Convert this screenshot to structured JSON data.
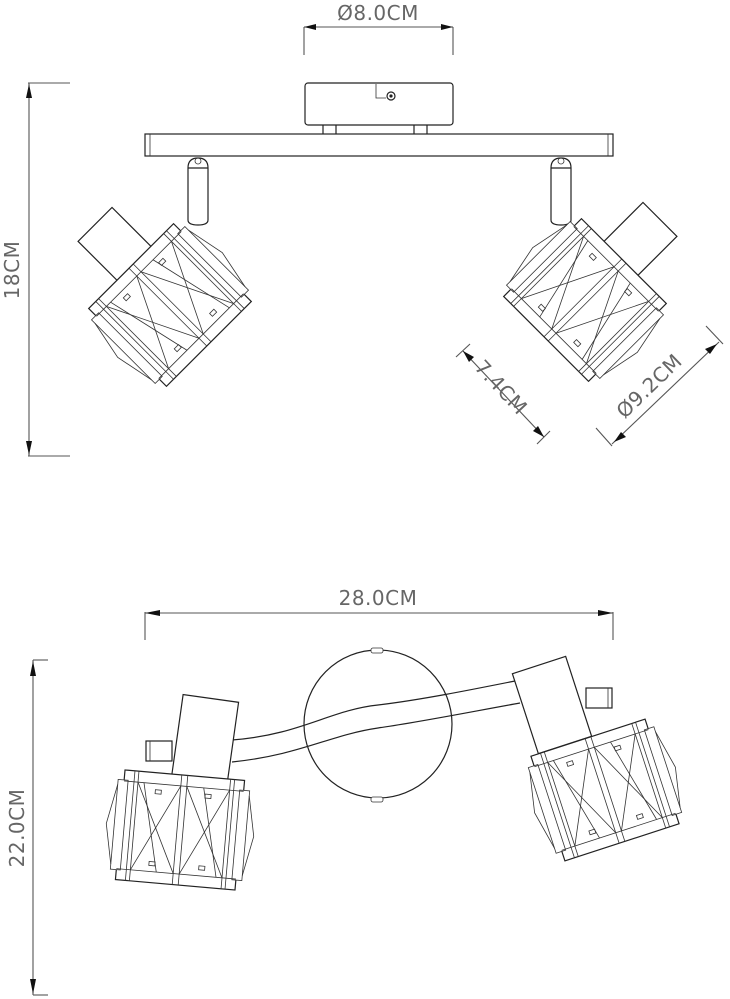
{
  "drawing": {
    "title": "Two-spot ceiling light dimension drawing",
    "line_color": "#222222",
    "dimension_text_color": "#666666"
  },
  "top_view": {
    "canopy_diameter_label": "Ø8.0CM",
    "height_label": "18CM",
    "shade_depth_label": "7.4CM",
    "shade_diameter_label": "Ø9.2CM"
  },
  "bottom_view": {
    "width_label": "28.0CM",
    "height_label": "22.0CM"
  }
}
